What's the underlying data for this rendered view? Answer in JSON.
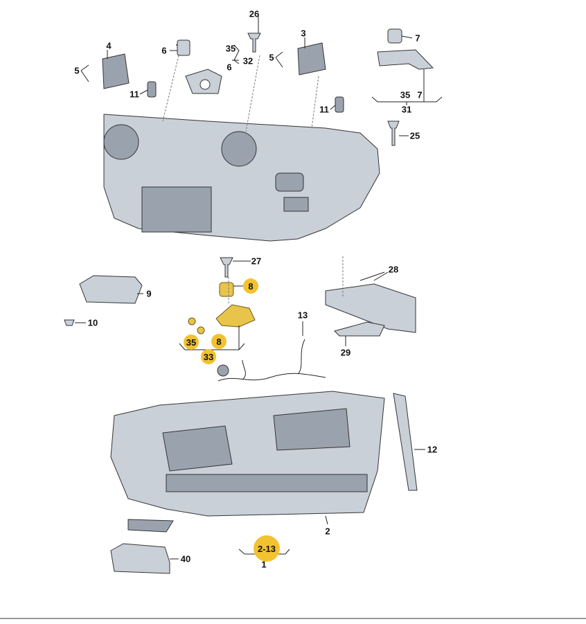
{
  "diagram": {
    "labels": [
      {
        "id": "l26",
        "text": "26"
      },
      {
        "id": "l3",
        "text": "3"
      },
      {
        "id": "l4",
        "text": "4"
      },
      {
        "id": "l6a",
        "text": "6"
      },
      {
        "id": "l35a",
        "text": "35"
      },
      {
        "id": "l32",
        "text": "32"
      },
      {
        "id": "l6b",
        "text": "6"
      },
      {
        "id": "l5a",
        "text": "5"
      },
      {
        "id": "l5b",
        "text": "5"
      },
      {
        "id": "l7a",
        "text": "7"
      },
      {
        "id": "l7b",
        "text": "7"
      },
      {
        "id": "l35b",
        "text": "35"
      },
      {
        "id": "l31",
        "text": "31"
      },
      {
        "id": "l11a",
        "text": "11"
      },
      {
        "id": "l11b",
        "text": "11"
      },
      {
        "id": "l25",
        "text": "25"
      },
      {
        "id": "l27",
        "text": "27"
      },
      {
        "id": "l8a",
        "text": "8"
      },
      {
        "id": "l28",
        "text": "28"
      },
      {
        "id": "l9",
        "text": "9"
      },
      {
        "id": "l10",
        "text": "10"
      },
      {
        "id": "l13",
        "text": "13"
      },
      {
        "id": "l35c",
        "text": "35"
      },
      {
        "id": "l8b",
        "text": "8"
      },
      {
        "id": "l33",
        "text": "33"
      },
      {
        "id": "l29",
        "text": "29"
      },
      {
        "id": "l12",
        "text": "12"
      },
      {
        "id": "l2",
        "text": "2"
      },
      {
        "id": "l213",
        "text": "2-13"
      },
      {
        "id": "l1",
        "text": "1"
      },
      {
        "id": "l40",
        "text": "40"
      }
    ],
    "highlight_color": "#f2c230"
  }
}
